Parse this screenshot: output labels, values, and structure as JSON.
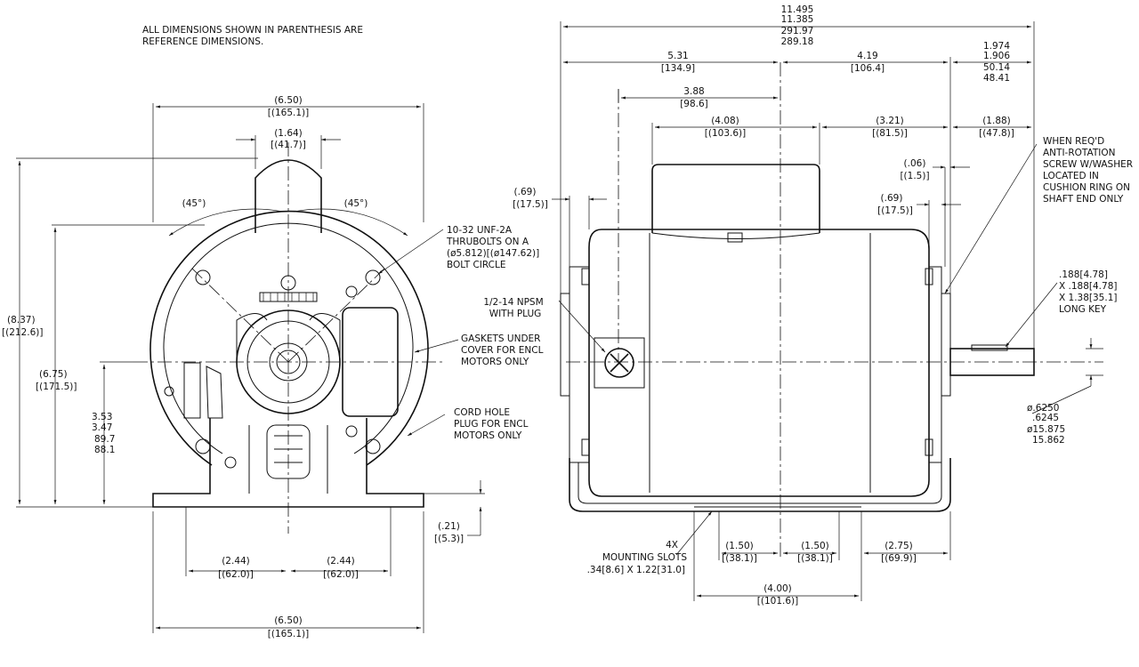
{
  "notes": {
    "line1": "ALL DIMENSIONS SHOWN IN PARENTHESIS ARE",
    "line2": "REFERENCE DIMENSIONS."
  },
  "front_view": {
    "width_top": [
      "(6.50)",
      "[(165.1)]"
    ],
    "boss_width": [
      "(1.64)",
      "[(41.7)]"
    ],
    "angle_left": "(45°)",
    "angle_right": "(45°)",
    "height_total": [
      "(8.37)",
      "[(212.6)]"
    ],
    "height_body": [
      "(6.75)",
      "[(171.5)]"
    ],
    "shaft_height": [
      "3.53",
      "3.47",
      "89.7",
      "88.1"
    ],
    "foot_thickness": [
      "(.21)",
      "[(5.3)]"
    ],
    "half_width_left": [
      "(2.44)",
      "[(62.0)]"
    ],
    "half_width_right": [
      "(2.44)",
      "[(62.0)]"
    ],
    "base_width": [
      "(6.50)",
      "[(165.1)]"
    ],
    "callout_thrubolts": [
      "10-32 UNF-2A",
      "THRUBOLTS ON A",
      "(ø5.812)[(ø147.62)]",
      "BOLT CIRCLE"
    ],
    "callout_gaskets": [
      "GASKETS UNDER",
      "COVER FOR ENCL",
      "MOTORS ONLY"
    ],
    "callout_cord": [
      "CORD HOLE",
      "PLUG FOR ENCL",
      "MOTORS ONLY"
    ]
  },
  "side_view": {
    "overall_length": [
      "11.495",
      "11.385",
      "291.97",
      "289.18"
    ],
    "left_to_center": [
      "5.31",
      "[134.9]"
    ],
    "center_to_face": [
      "4.19",
      "[106.4]"
    ],
    "shaft_extension": [
      "1.974",
      "1.906",
      "50.14",
      "48.41"
    ],
    "box_left": [
      "3.88",
      "[98.6]"
    ],
    "box_left_ref": [
      "(4.08)",
      "[(103.6)]"
    ],
    "box_right_ref": [
      "(3.21)",
      "[(81.5)]"
    ],
    "key_offset": [
      "(1.88)",
      "[(47.8)]"
    ],
    "washer_gap": [
      "(.06)",
      "[(1.5)]"
    ],
    "end_bell_left": [
      "(.69)",
      "[(17.5)]"
    ],
    "end_bell_right": [
      "(.69)",
      "[(17.5)]"
    ],
    "callout_plug": [
      "1/2-14 NPSM",
      "WITH PLUG"
    ],
    "callout_antirotation": [
      "WHEN REQ'D",
      "ANTI-ROTATION",
      "SCREW W/WASHER",
      "LOCATED IN",
      "CUSHION RING ON",
      "SHAFT END ONLY"
    ],
    "callout_key": [
      ".188[4.78]",
      "X .188[4.78]",
      "X 1.38[35.1]",
      "LONG KEY"
    ],
    "shaft_diameter": [
      "ø.6250",
      ".6245",
      "ø15.875",
      "15.862"
    ],
    "callout_slots": [
      "4X",
      "MOUNTING SLOTS",
      ".34[8.6] X 1.22[31.0]"
    ],
    "slot_left": [
      "(1.50)",
      "[(38.1)]"
    ],
    "slot_right": [
      "(1.50)",
      "[(38.1)]"
    ],
    "foot_end": [
      "(2.75)",
      "[(69.9)]"
    ],
    "slot_span": [
      "(4.00)",
      "[(101.6)]"
    ]
  }
}
